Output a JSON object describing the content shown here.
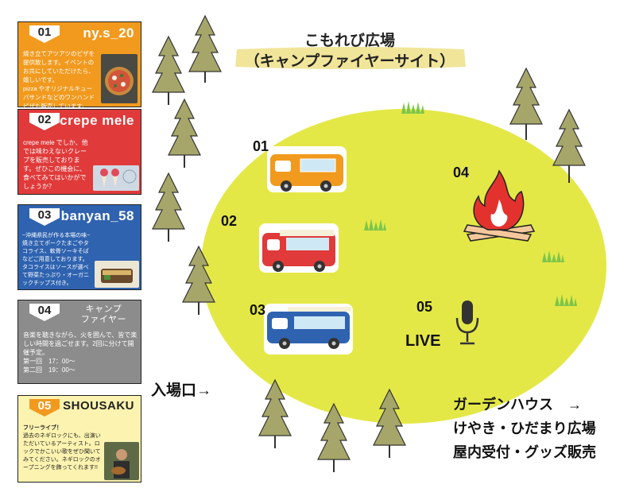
{
  "map": {
    "title_line1": "こもれび広場",
    "title_line2": "（キャンプファイヤーサイト）",
    "entrance_label": "入場口→",
    "garden_line1": "ガーデンハウス　→",
    "garden_line2": "けやき・ひだまり広場",
    "garden_line3": "屋内受付・グッズ販売",
    "live_label": "LIVE",
    "zones": [
      {
        "num": "01",
        "color": "#f19a1e"
      },
      {
        "num": "02",
        "color": "#e03a3a"
      },
      {
        "num": "03",
        "color": "#2f63b0"
      },
      {
        "num": "04"
      },
      {
        "num": "05"
      }
    ]
  },
  "cards": [
    {
      "num": "01",
      "name": "ny.s_20",
      "color": "#f19a1e",
      "text": [
        "焼き立てアツアツのピザを提供致します。イベントのお共にしていただけたら、嬉しいです。",
        "pizza やオリジナルキューバサンドなどのワンハンドピザも販売しています。"
      ]
    },
    {
      "num": "02",
      "name": "crepe mele",
      "color": "#e03a3a",
      "text": [
        "crepe mele でしか、他では味わえないクレープを販売しております。ぜひこの機会に、食べてみてはいかがでしょうか？"
      ]
    },
    {
      "num": "03",
      "name": "banyan_58",
      "color": "#2f63b0",
      "text": [
        "~沖縄県民が作る本場の味~",
        "焼き立てポークたまごやタコライス、軟骨ソーキそばなどご用意しております。タコライスはソースが選べて野菜たっぷり・オーガニックチップス付き。"
      ]
    },
    {
      "num": "04",
      "name": "キャンプ\nファイヤー",
      "color": "#8c8c8c",
      "text": [
        "音楽を聴きながら、火を囲んで、皆で楽しい時間を過ごせます。2回に分けて開催予定。",
        "第一回　17：00～",
        "第二回　19：00～"
      ]
    },
    {
      "num": "05",
      "name": "SHOUSAKU",
      "color": "#fdf3b0",
      "text": [
        "フリーライブ！",
        "過去のネギロックにも、出演いただいているアーティスト。ロックでかこいい歌をぜひ聞いてみてください。ネギロックのオープニングを飾ってくれます!!"
      ]
    }
  ],
  "colors": {
    "field": "#e4e847",
    "tree": "#a6a66a",
    "grass": "#7cc64a",
    "title_band": "#f1e59a"
  }
}
